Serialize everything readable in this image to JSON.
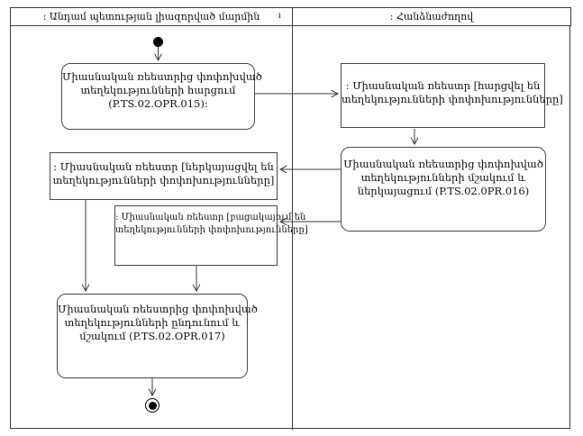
{
  "colors": {
    "line": "#3e3e3e",
    "text": "#111111",
    "node_fill": "#ffffff"
  },
  "diagram": {
    "type": "uml-activity-swimlane",
    "lanes": [
      {
        "title": ": Անդամ պետության լիազորված մարմին",
        "mark": "ı"
      },
      {
        "title": ": Հանձնաժողով"
      }
    ],
    "nodes": {
      "start": {
        "kind": "initial"
      },
      "action_015": {
        "kind": "action",
        "lane": 0,
        "lines": [
          "Միասնական ռեեստրից փոփոխված",
          "տեղեկությունների հարցում",
          "(P.TS.02.OPR.015)։"
        ]
      },
      "object_queried": {
        "kind": "object",
        "lane": 1,
        "lines": [
          ": Միասնական ռեեստր [հարցվել են",
          "տեղեկությունների փոփոխությունները]"
        ]
      },
      "action_016": {
        "kind": "action",
        "lane": 1,
        "lines": [
          "Միասնական ռեեստրից փոփոխված",
          "տեղեկությունների մշակում և",
          "ներկայացում (P.TS.02.0PR.016)"
        ]
      },
      "object_submitted": {
        "kind": "object",
        "lane": 0,
        "lines": [
          ": Միասնական ռեեստր [ներկայացվել են",
          "տեղեկությունների փոփոխությունները]"
        ]
      },
      "object_absent": {
        "kind": "object",
        "lane": 0,
        "lines": [
          ": Միասնական ռեեստր [բացակայում են",
          "տեղեկությունների փոփոխությունները]"
        ]
      },
      "action_017": {
        "kind": "action",
        "lane": 0,
        "lines": [
          "Միասնական ռեեստրից փոփոխված",
          "տեղեկությունների ընդունում և",
          "մշակում (P.TS.02.OPR.017)"
        ]
      },
      "final": {
        "kind": "final"
      }
    }
  }
}
